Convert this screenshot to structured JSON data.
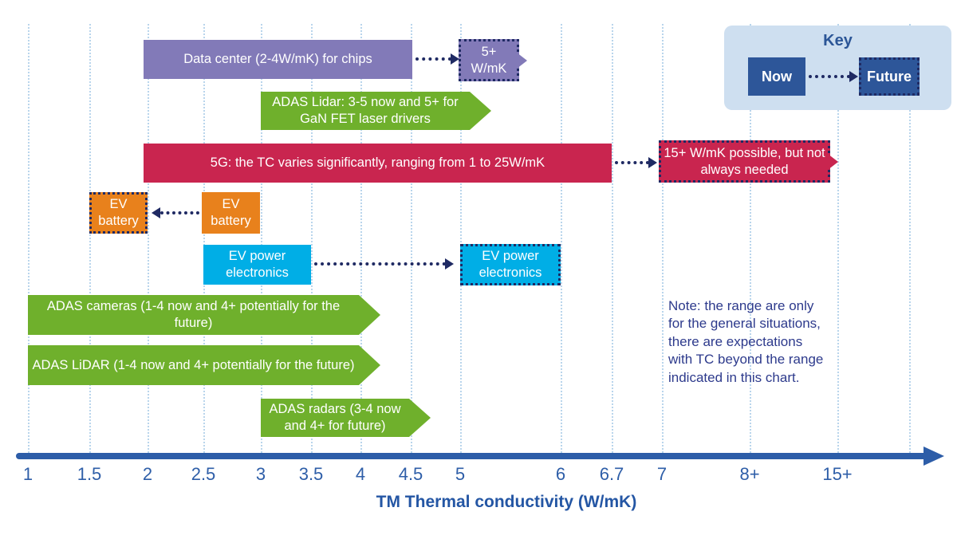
{
  "chart_data": {
    "type": "bar",
    "subtype": "horizontal-range-roadmap",
    "axis": {
      "label": "TM Thermal conductivity (W/mK)",
      "ticks": [
        "1",
        "1.5",
        "2",
        "2.5",
        "3",
        "3.5",
        "4",
        "4.5",
        "5",
        "6",
        "6.7",
        "7",
        "8+",
        "15+"
      ],
      "scale": "non-linear",
      "grid": true
    },
    "series": [
      {
        "name": "data-center-chips",
        "label": "Data center (2-4W/mK) for chips",
        "color": "#827ab8",
        "now_range": [
          2,
          4.5
        ],
        "future_label": "5+\nW/mK",
        "future_range": [
          5,
          5.6
        ],
        "arrow_direction": "right"
      },
      {
        "name": "adas-lidar-gan",
        "label": "ADAS Lidar: 3-5 now and 5+ for GaN FET laser drivers",
        "color": "#6fb02c",
        "now_range": [
          3,
          5
        ]
      },
      {
        "name": "5g",
        "label": "5G: the TC varies significantly, ranging from 1 to 25W/mK",
        "color": "#c9254f",
        "now_range": [
          2,
          6.7
        ],
        "future_label": "15+ W/mK possible, but not always needed",
        "future_range": [
          7,
          15
        ],
        "arrow_direction": "right"
      },
      {
        "name": "ev-battery",
        "label": "EV battery",
        "color": "#e8811c",
        "now_range": [
          2.5,
          3
        ],
        "future_label": "EV battery",
        "future_range": [
          1.5,
          2
        ],
        "arrow_direction": "left"
      },
      {
        "name": "ev-power-electronics",
        "label": "EV power electronics",
        "color": "#00aee6",
        "now_range": [
          2.5,
          3.5
        ],
        "future_label": "EV power electronics",
        "future_range": [
          5,
          6
        ],
        "arrow_direction": "right"
      },
      {
        "name": "adas-cameras",
        "label": "ADAS cameras (1-4 now and 4+ potentially for the future)",
        "color": "#6fb02c",
        "now_range": [
          1,
          4
        ]
      },
      {
        "name": "adas-lidar",
        "label": "ADAS LiDAR (1-4 now and 4+ potentially for the future)",
        "color": "#6fb02c",
        "now_range": [
          1,
          4
        ]
      },
      {
        "name": "adas-radars",
        "label": "ADAS radars (3-4 now and 4+ for future)",
        "color": "#6fb02c",
        "now_range": [
          3,
          4.5
        ]
      }
    ],
    "legend": {
      "title": "Key",
      "now": "Now",
      "future": "Future",
      "position": "top-right"
    },
    "note": "Note: the range are only\nfor the general situations,\nthere are expectations\nwith TC beyond the range\nindicated in this chart.",
    "colors": {
      "purple": "#827ab8",
      "green": "#6fb02c",
      "red": "#c9254f",
      "orange": "#e8811c",
      "cyan": "#00aee6",
      "navy_border_arrow": "#1f2a63",
      "axis_blue": "#2d5da8",
      "tick_text": "#2e5ea8",
      "key_panel_bg": "#cedff0",
      "key_box_bg": "#2d5699",
      "gridline": "#b9d5ec",
      "note_text": "#2d3a8c"
    }
  }
}
